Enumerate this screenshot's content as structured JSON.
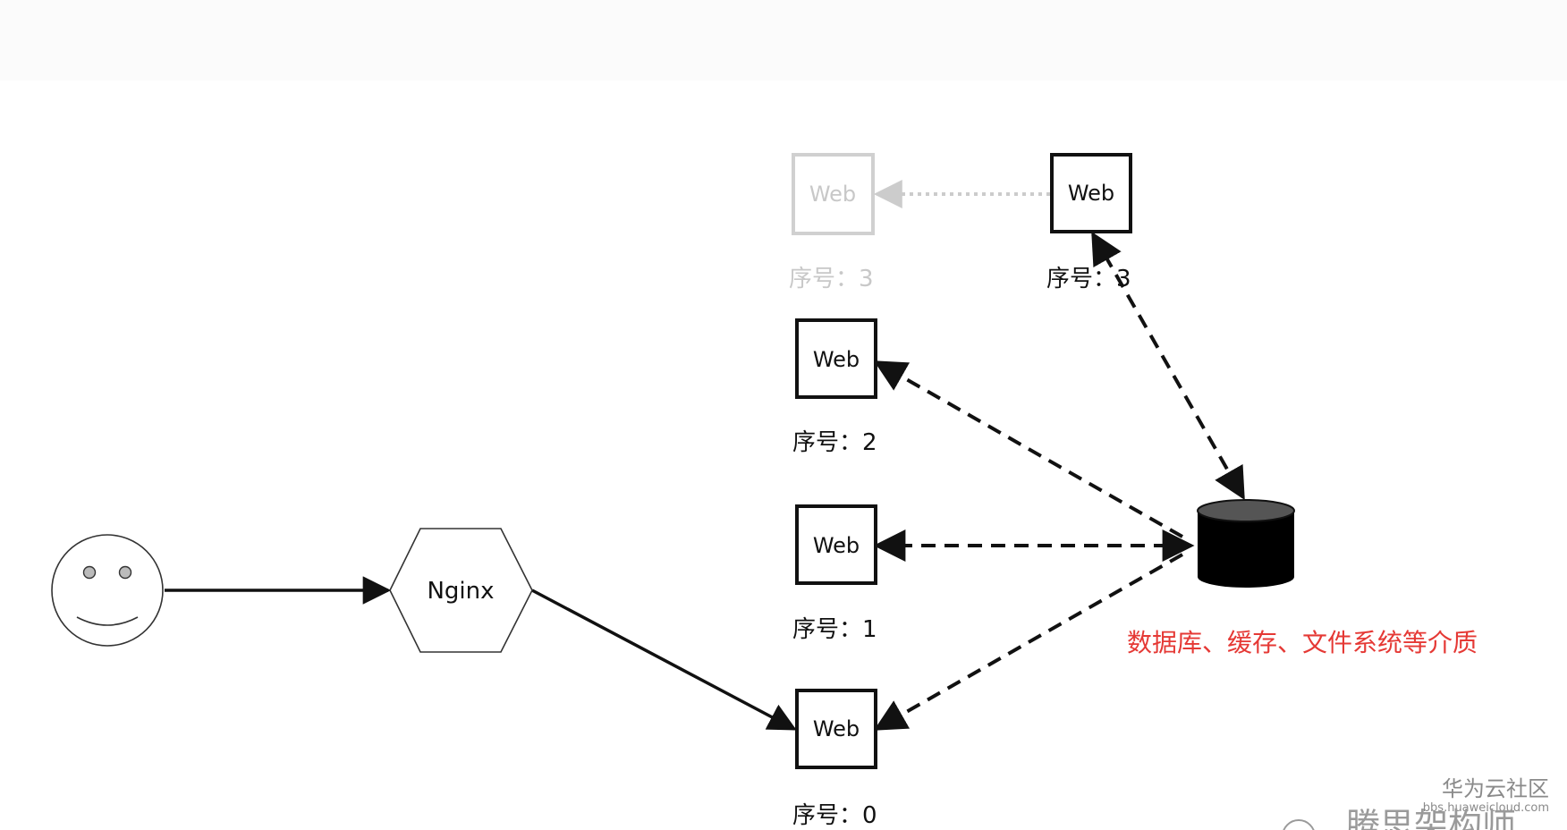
{
  "nodes": {
    "user": {
      "icon": "smiley-user-icon"
    },
    "nginx": {
      "label": "Nginx"
    },
    "web_ghost": {
      "label": "Web",
      "index_label": "序号：3"
    },
    "web_3": {
      "label": "Web",
      "index_label": "序号：3"
    },
    "web_2": {
      "label": "Web",
      "index_label": "序号：2"
    },
    "web_1": {
      "label": "Web",
      "index_label": "序号：1"
    },
    "web_0": {
      "label": "Web",
      "index_label": "序号：0"
    },
    "storage": {
      "icon": "database-cylinder-icon",
      "label": "数据库、缓存、文件系统等介质"
    }
  },
  "watermark": {
    "brand": "华为云社区",
    "url": "bbs.huaweicloud.com",
    "account": "腾思架构师"
  },
  "colors": {
    "line": "#111111",
    "ghost": "#cccccc",
    "highlight": "#e53935",
    "database_body": "#000000",
    "database_top": "#555555"
  }
}
